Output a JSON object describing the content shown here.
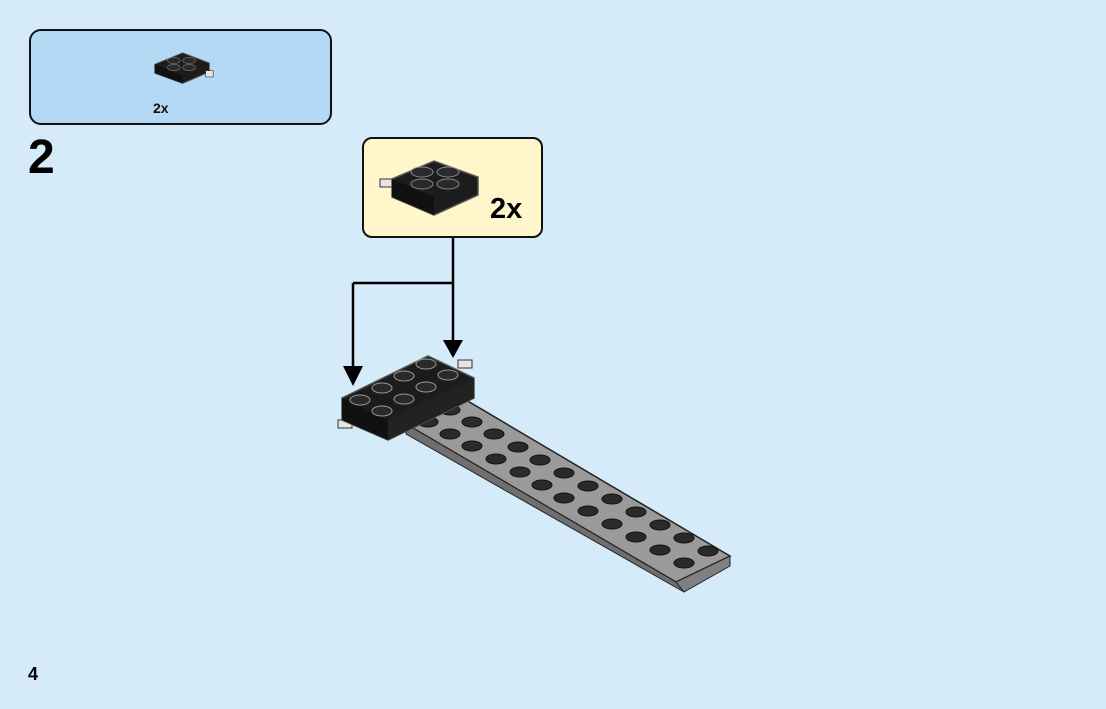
{
  "parts_list": {
    "quantity": "2x",
    "part_icon": "black-plate-2x2-with-pin-icon"
  },
  "step": {
    "number": "2"
  },
  "callout": {
    "quantity": "2x",
    "part_icon": "black-plate-2x2-with-pin-icon"
  },
  "assembly": {
    "icon": "assembly-black-plates-on-gray-plate-icon",
    "arrow_count": 2
  },
  "page": {
    "number": "4"
  },
  "colors": {
    "background": "#d6ebf9",
    "parts_box": "#b3d9f4",
    "callout_box": "#fff6cc",
    "brick_black": "#1c1c1c",
    "plate_gray": "#8a8a8a"
  }
}
